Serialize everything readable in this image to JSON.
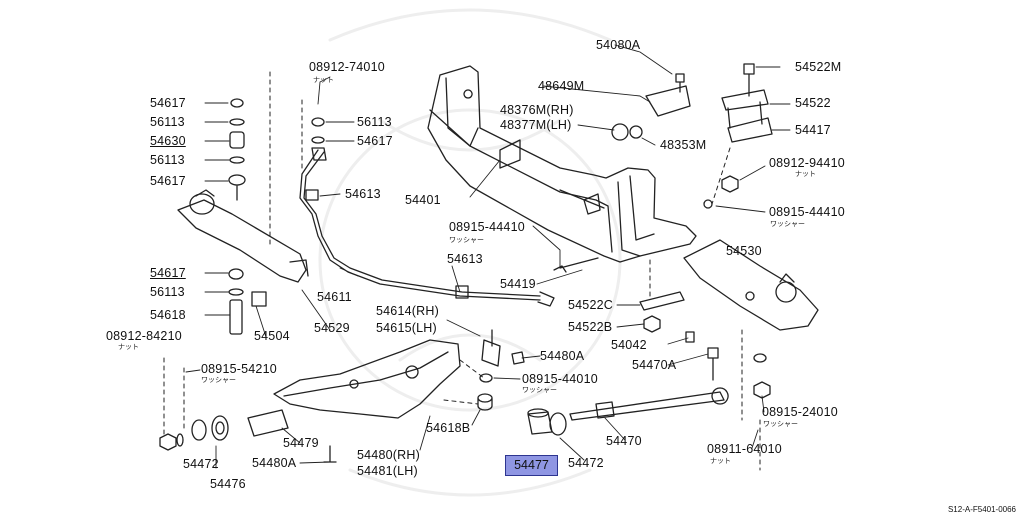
{
  "diagram": {
    "reference_code": "S12-A-F5401-0066",
    "highlighted_part": "54477",
    "labels": [
      {
        "id": "l1",
        "text": "54080A"
      },
      {
        "id": "l2",
        "text": "54522M"
      },
      {
        "id": "l3",
        "text": "48649M"
      },
      {
        "id": "l4",
        "text": "54522"
      },
      {
        "id": "l5",
        "text": "48376M(RH)"
      },
      {
        "id": "l6",
        "text": "48377M(LH)"
      },
      {
        "id": "l7",
        "text": "54417"
      },
      {
        "id": "l8",
        "text": "48353M"
      },
      {
        "id": "l9",
        "text": "08912-94410"
      },
      {
        "id": "l10",
        "text": "08915-44410"
      },
      {
        "id": "l11",
        "text": "08912-74010"
      },
      {
        "id": "l12",
        "text": "54617"
      },
      {
        "id": "l13",
        "text": "56113"
      },
      {
        "id": "l14",
        "text": "54630"
      },
      {
        "id": "l15",
        "text": "56113"
      },
      {
        "id": "l16",
        "text": "54617"
      },
      {
        "id": "l17",
        "text": "56113"
      },
      {
        "id": "l18",
        "text": "54617"
      },
      {
        "id": "l19",
        "text": "54613"
      },
      {
        "id": "l20",
        "text": "54401"
      },
      {
        "id": "l21",
        "text": "08915-44410"
      },
      {
        "id": "l22",
        "text": "54613"
      },
      {
        "id": "l23",
        "text": "54530"
      },
      {
        "id": "l24",
        "text": "54617"
      },
      {
        "id": "l25",
        "text": "56113"
      },
      {
        "id": "l26",
        "text": "54618"
      },
      {
        "id": "l27",
        "text": "54611"
      },
      {
        "id": "l28",
        "text": "54419"
      },
      {
        "id": "l29",
        "text": "54522C"
      },
      {
        "id": "l30",
        "text": "54522B"
      },
      {
        "id": "l31",
        "text": "54504"
      },
      {
        "id": "l32",
        "text": "54529"
      },
      {
        "id": "l33",
        "text": "54614(RH)"
      },
      {
        "id": "l34",
        "text": "54615(LH)"
      },
      {
        "id": "l35",
        "text": "08912-84210"
      },
      {
        "id": "l36",
        "text": "54042"
      },
      {
        "id": "l37",
        "text": "54480A"
      },
      {
        "id": "l38",
        "text": "54470A"
      },
      {
        "id": "l39",
        "text": "08915-54210"
      },
      {
        "id": "l40",
        "text": "08915-44010"
      },
      {
        "id": "l41",
        "text": "54618B"
      },
      {
        "id": "l42",
        "text": "08915-24010"
      },
      {
        "id": "l43",
        "text": "54479"
      },
      {
        "id": "l44",
        "text": "54470"
      },
      {
        "id": "l45",
        "text": "08911-64010"
      },
      {
        "id": "l46",
        "text": "54472"
      },
      {
        "id": "l47",
        "text": "54480A"
      },
      {
        "id": "l48",
        "text": "54480(RH)"
      },
      {
        "id": "l49",
        "text": "54481(LH)"
      },
      {
        "id": "l50",
        "text": "54472"
      },
      {
        "id": "l51",
        "text": "54476"
      }
    ],
    "sublabels": [
      {
        "id": "s1",
        "text": "ナット"
      },
      {
        "id": "s2",
        "text": "ナット"
      },
      {
        "id": "s3",
        "text": "ワッシャー"
      },
      {
        "id": "s4",
        "text": "ワッシャー"
      },
      {
        "id": "s5",
        "text": "ナット"
      },
      {
        "id": "s6",
        "text": "ワッシャー"
      },
      {
        "id": "s7",
        "text": "ワッシャー"
      },
      {
        "id": "s8",
        "text": "ワッシャー"
      },
      {
        "id": "s9",
        "text": "ナット"
      }
    ]
  }
}
